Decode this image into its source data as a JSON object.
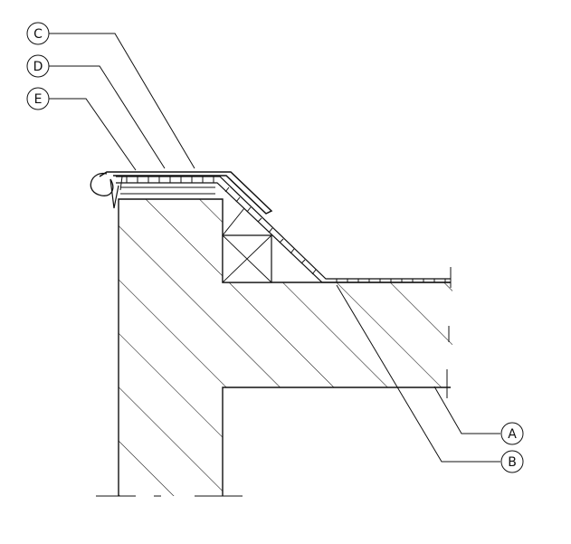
{
  "drawing": {
    "callouts": [
      {
        "id": "callout-a",
        "label": "A"
      },
      {
        "id": "callout-b",
        "label": "B"
      },
      {
        "id": "callout-c",
        "label": "C"
      },
      {
        "id": "callout-d",
        "label": "D"
      },
      {
        "id": "callout-e",
        "label": "E"
      }
    ],
    "colors": {
      "line": "#111111",
      "background": "#ffffff"
    }
  }
}
